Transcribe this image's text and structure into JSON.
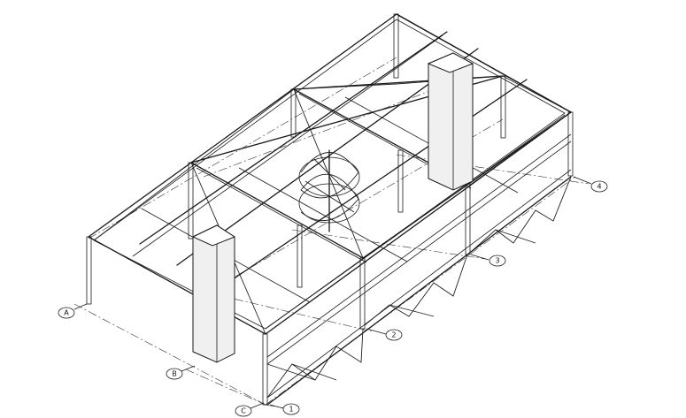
{
  "grid_labels": {
    "a": "A",
    "b": "B",
    "c": "C",
    "n1": "1",
    "n2": "2",
    "n3": "3",
    "n4": "4"
  },
  "colors": {
    "line": "#1a1a1a",
    "background": "#ffffff"
  }
}
